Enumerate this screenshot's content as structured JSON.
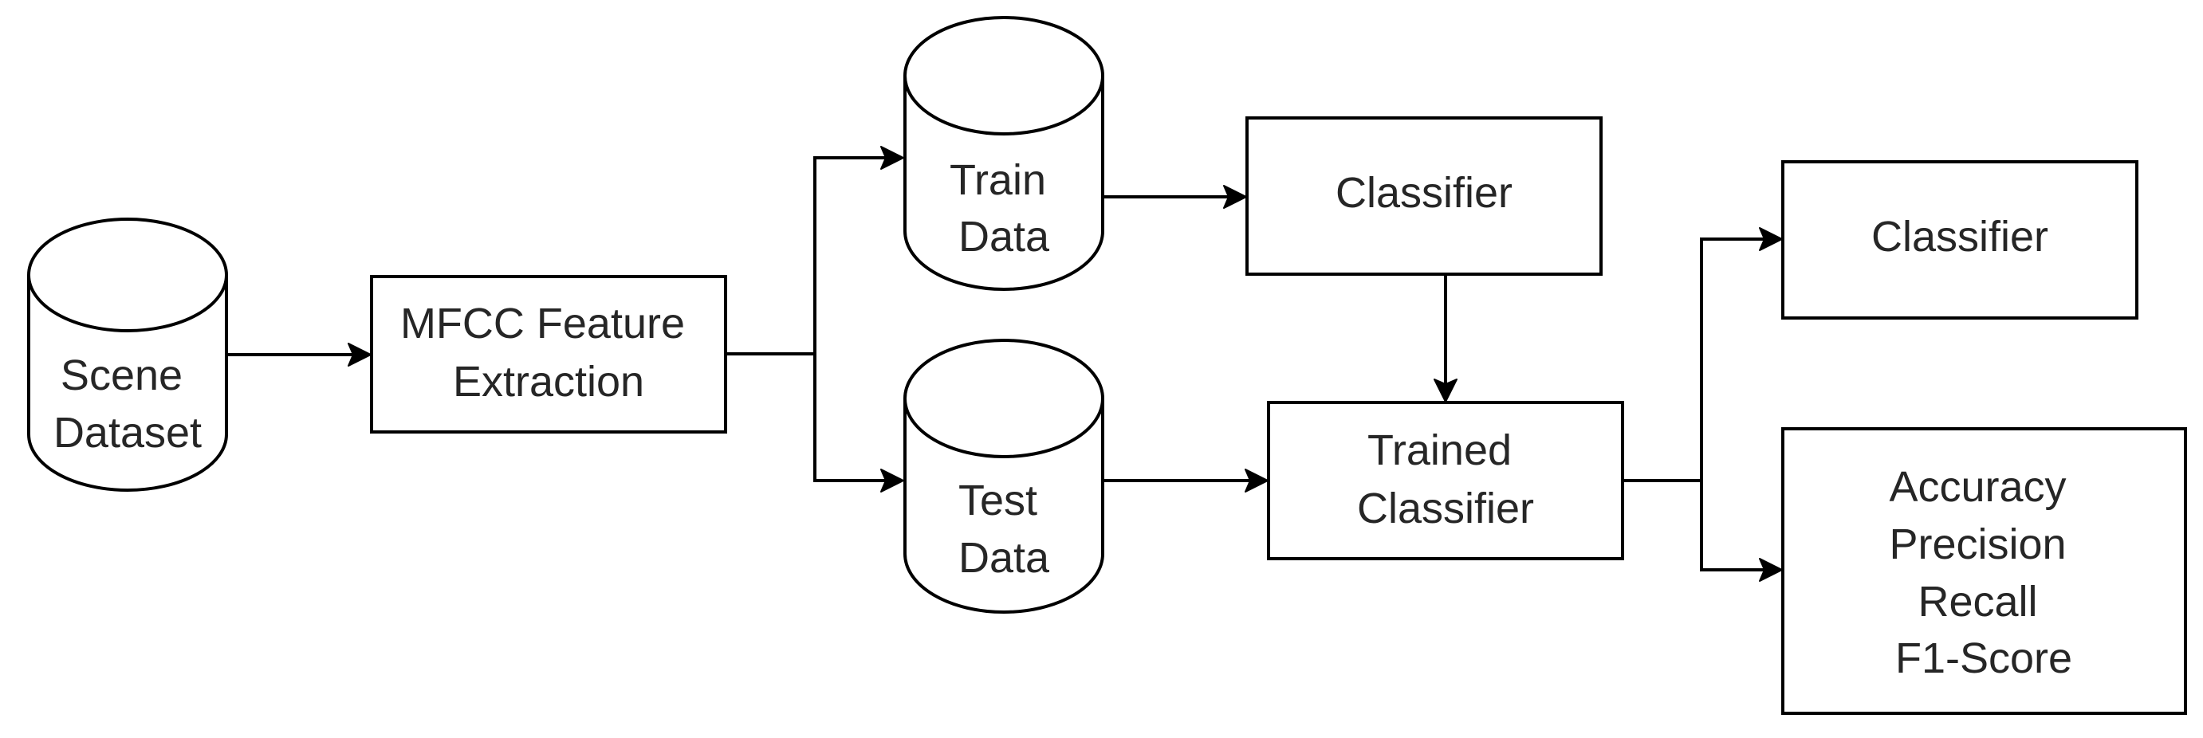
{
  "nodes": {
    "scene_dataset": {
      "lines": [
        "Scene",
        "Dataset"
      ]
    },
    "mfcc": {
      "lines": [
        "MFCC Feature",
        "Extraction"
      ]
    },
    "train_data": {
      "lines": [
        "Train",
        "Data"
      ]
    },
    "test_data": {
      "lines": [
        "Test",
        "Data"
      ]
    },
    "classifier_top": {
      "lines": [
        "Classifier"
      ]
    },
    "trained_classifier": {
      "lines": [
        "Trained",
        "Classifier"
      ]
    },
    "classifier_right": {
      "lines": [
        "Classifier"
      ]
    },
    "metrics": {
      "lines": [
        "Accuracy",
        "Precision",
        "Recall",
        "F1-Score"
      ]
    }
  }
}
